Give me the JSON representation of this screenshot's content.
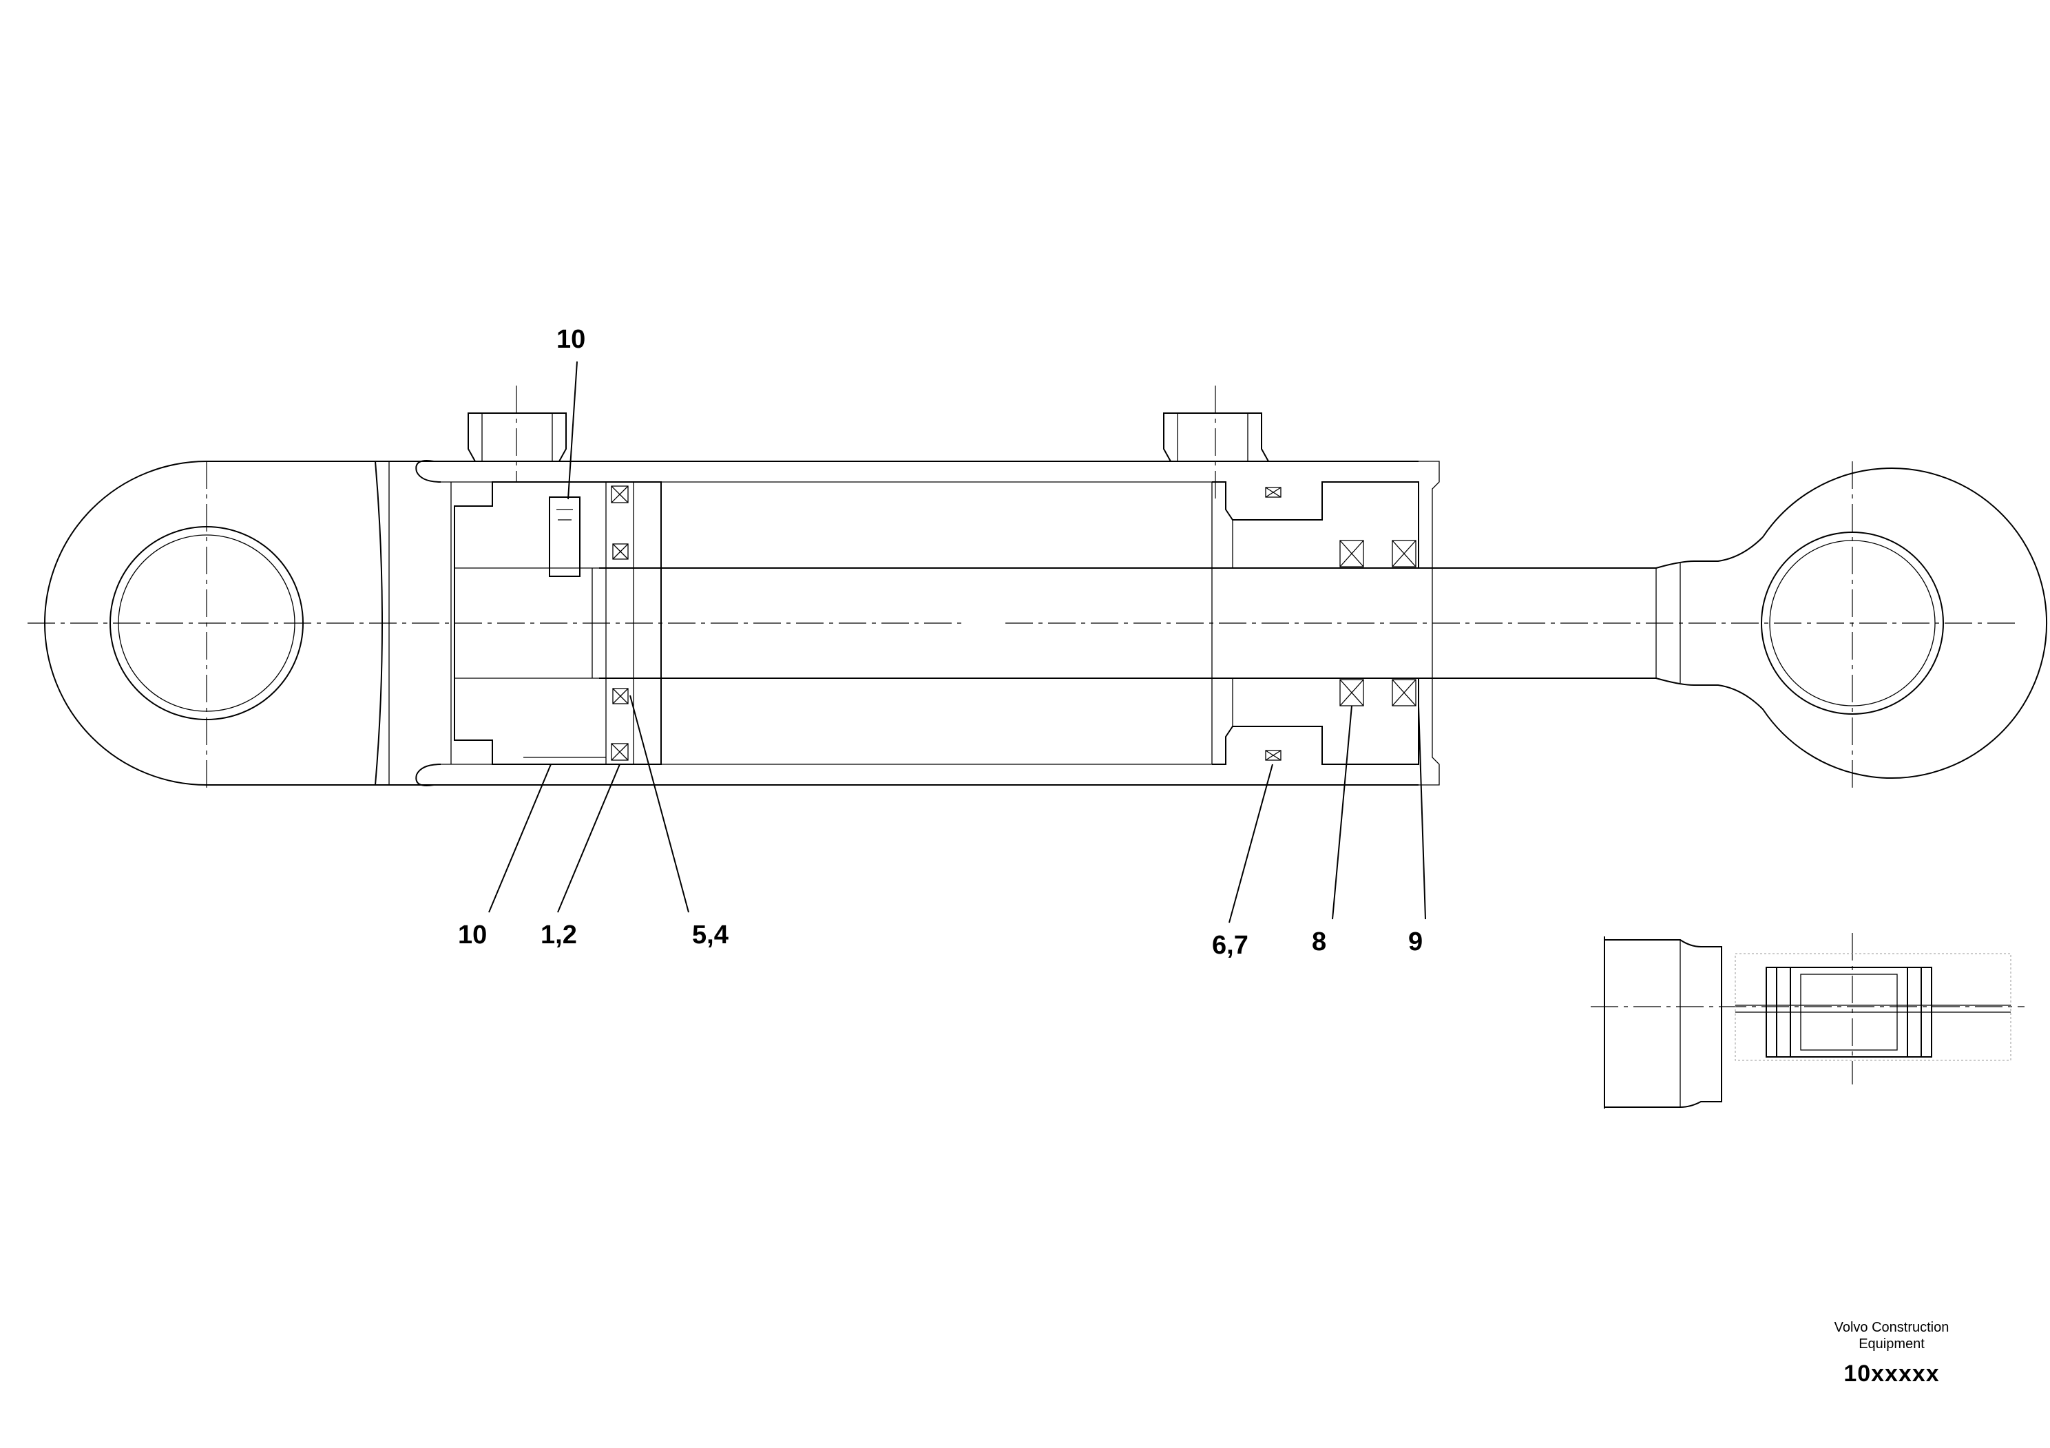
{
  "callouts": {
    "top_10": "10",
    "bottom_10": "10",
    "c_1_2": "1,2",
    "c_5_4": "5,4",
    "c_6_7": "6,7",
    "c_8": "8",
    "c_9": "9"
  },
  "title_block": {
    "company": "Volvo Construction\nEquipment",
    "drawing_number": "10xxxxx"
  }
}
